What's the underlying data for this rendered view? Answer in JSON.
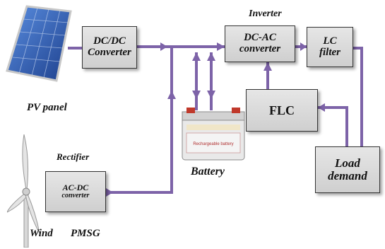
{
  "blocks": {
    "dcdc": [
      "DC/DC",
      "Converter"
    ],
    "dcac": [
      "DC-AC",
      "converter"
    ],
    "lc": [
      "LC",
      "filter"
    ],
    "flc": "FLC",
    "acdc": [
      "AC-DC",
      "converter"
    ],
    "load": [
      "Load",
      "demand"
    ]
  },
  "labels": {
    "inverter": "Inverter",
    "rectifier": "Rectifier",
    "pv_panel": "PV panel",
    "battery": "Battery",
    "wind": "Wind",
    "pmsg": "PMSG"
  },
  "battery_label_text": "Rechargeable battery",
  "colors": {
    "line": "#7d63a8",
    "box_fill": "#dcdcdc",
    "panel": "#2f5fb8"
  }
}
